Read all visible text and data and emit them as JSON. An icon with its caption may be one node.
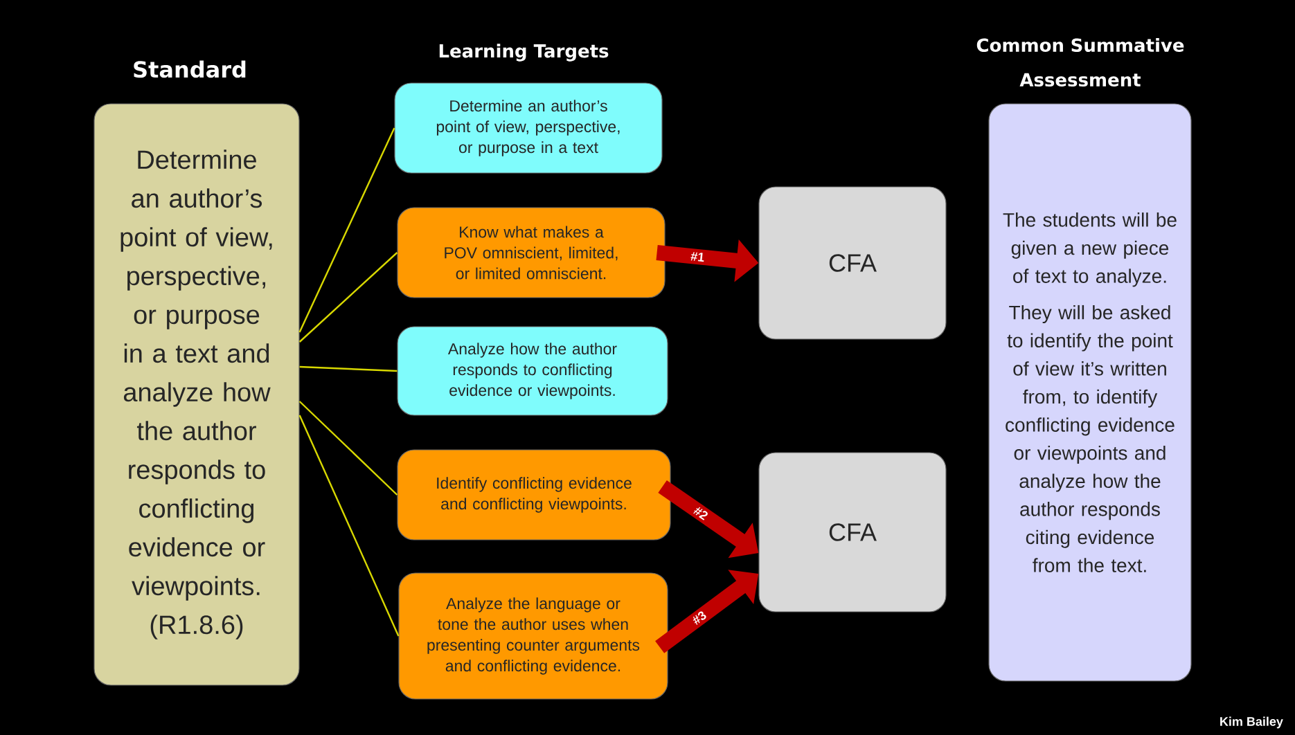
{
  "diagram": {
    "nodes": [
      {
        "text": [
          "Standard",
          "Determine an author’s point of view, perspective, or purpose in a text and analyze how the author responds to conflicting evidence or viewpoints. (R1.8.6)"
        ]
      },
      {
        "text": [
          "Determine an author’s point of view, perspective, or purpose in a text"
        ]
      },
      {
        "text": [
          "Know what makes a POV omniscient, limited, or limited omniscient."
        ]
      },
      {
        "text": [
          "Analyze how the author responds to conflicting evidence or viewpoints."
        ]
      },
      {
        "text": [
          "Identify conflicting evidence and conflicting viewpoints."
        ]
      },
      {
        "text": [
          "Analyze the language or tone the author uses when presenting counter arguments and conflicting evidence."
        ]
      },
      {
        "text": [
          "CFA"
        ]
      },
      {
        "text": [
          "CFA"
        ]
      },
      {
        "text": [
          "Common Summative Assessment",
          "The students will be given a new piece of text to analyze.",
          "They will be asked to identify the point of view it’s written from, to identify conflicting evidence or viewpoints and analyze how the author responds citing evidence from the text."
        ]
      }
    ],
    "edges": [
      {
        "from": 0,
        "to": 1,
        "arrow": "none"
      },
      {
        "from": 0,
        "to": 2,
        "arrow": "none"
      },
      {
        "from": 0,
        "to": 3,
        "arrow": "none"
      },
      {
        "from": 0,
        "to": 4,
        "arrow": "none"
      },
      {
        "from": 0,
        "to": 5,
        "arrow": "none"
      },
      {
        "from": 2,
        "to": 6,
        "arrow": "to",
        "label": "#1",
        "style": "thick",
        "color": "#c00000"
      },
      {
        "from": 4,
        "to": 7,
        "arrow": "to",
        "label": "#2",
        "style": "thick",
        "color": "#c00000"
      },
      {
        "from": 5,
        "to": 7,
        "arrow": "to",
        "label": "#3",
        "style": "thick",
        "color": "#c00000"
      }
    ],
    "labels": [
      "Learning Targets",
      "Kim Bailey"
    ]
  }
}
